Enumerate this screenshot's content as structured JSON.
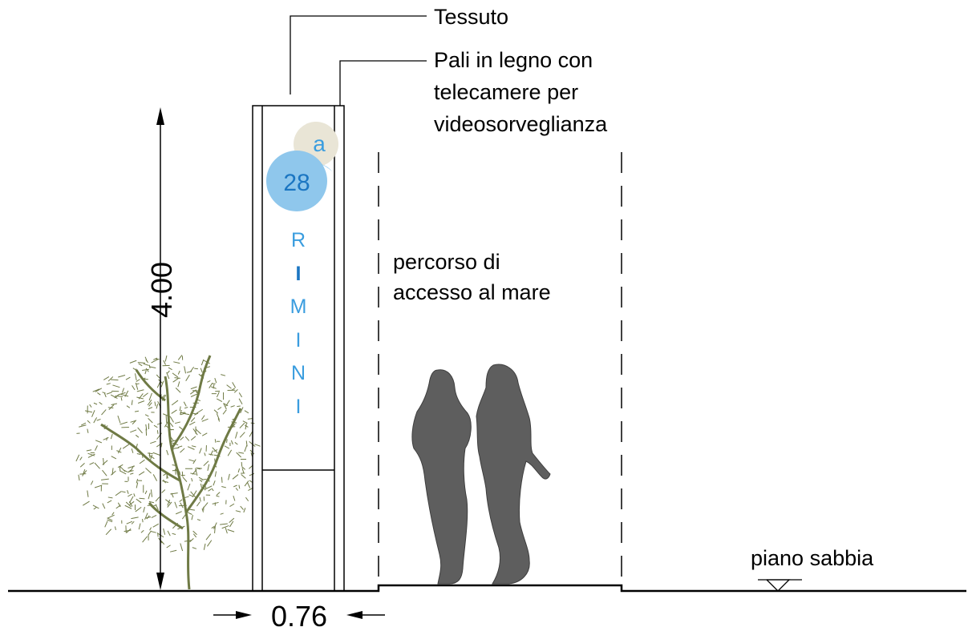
{
  "labels": {
    "tessuto": "Tessuto",
    "pali": [
      "Pali in legno con",
      "telecamere per",
      "videosorveglianza"
    ],
    "percorso": [
      "percorso di",
      "accesso al mare"
    ],
    "piano": "piano sabbia"
  },
  "dimensions": {
    "height": "4.00",
    "width": "0.76"
  },
  "sign": {
    "badge_number": "28",
    "badge_letter": "a",
    "city_letters": [
      "R",
      "I",
      "M",
      "I",
      "N",
      "I"
    ]
  },
  "colors": {
    "sign_blue": "#3a9ddf",
    "badge_blue": "#8fc7ec",
    "badge_beige": "#e9e5d6",
    "tree_green": "#6f7a45",
    "figure_gray": "#5e5e5e",
    "line": "#000000"
  }
}
